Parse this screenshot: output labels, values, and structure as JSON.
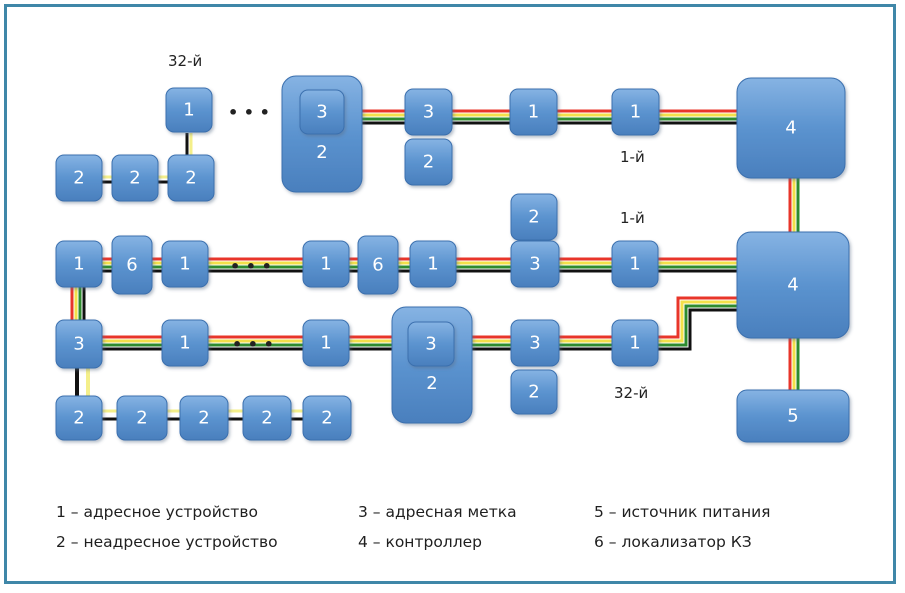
{
  "labels": {
    "n1": "1",
    "n2": "2",
    "n3": "3",
    "n4": "4",
    "n5": "5",
    "n6": "6",
    "ellipsis": "• • •"
  },
  "captions": {
    "first": "1-й",
    "last": "32-й"
  },
  "legend": [
    "1 – адресное устройство",
    "2 – неадресное устройство",
    "3 – адресная метка",
    "4 – контроллер",
    "5 – источник питания",
    "6 – локализатор КЗ"
  ],
  "colors": {
    "frame": "#3f87a8",
    "node_fill": "#5b93cf",
    "node_stroke": "#3a6fae",
    "wire_red": "#e8352a",
    "wire_yellow": "#f3e04a",
    "wire_green": "#2e8b2e",
    "wire_black": "#111111",
    "wire_light": "#f4ef8a"
  }
}
